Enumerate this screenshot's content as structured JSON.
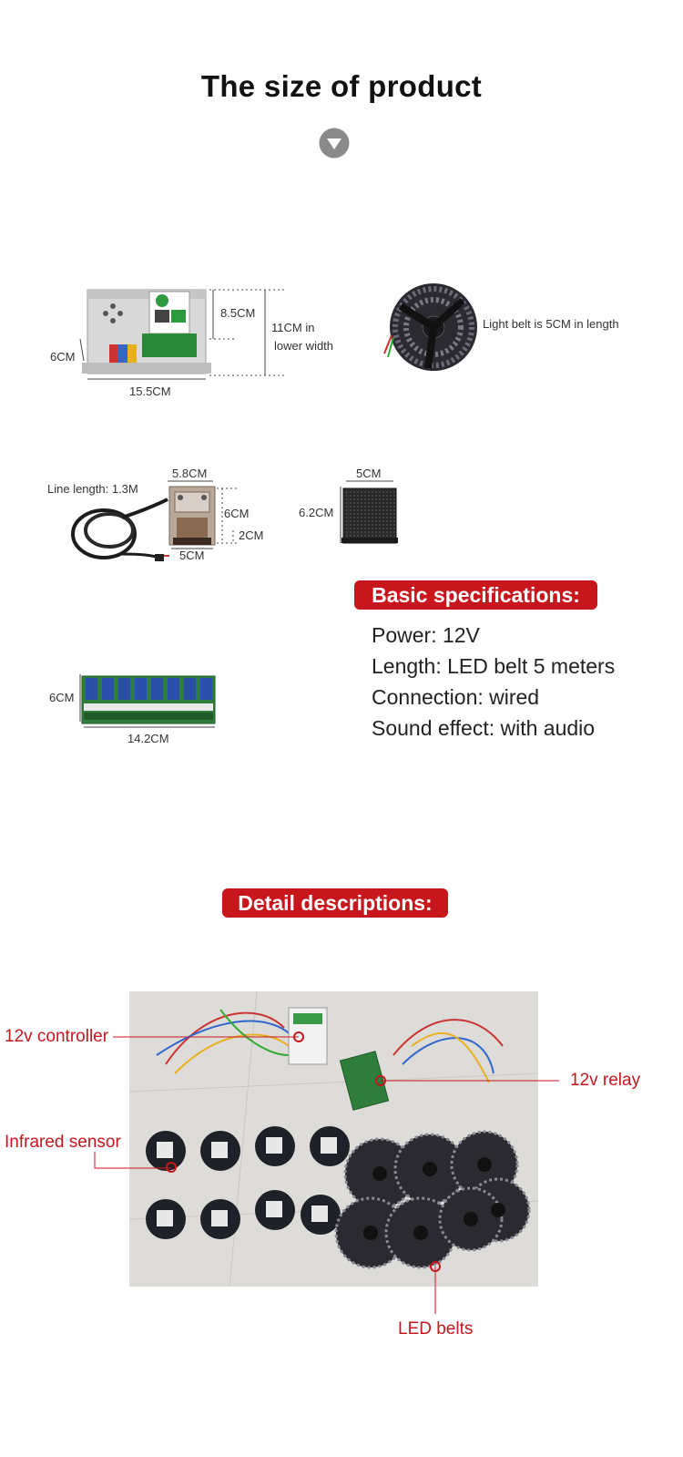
{
  "header": {
    "title": "The size of product"
  },
  "controller": {
    "height_label": "8.5CM",
    "total_height_label_line1": "11CM in",
    "total_height_label_line2": "lower width",
    "depth_label": "6CM",
    "width_label": "15.5CM"
  },
  "light_belt": {
    "length_label": "Light belt is 5CM in length"
  },
  "sensor": {
    "line_length_label": "Line length: 1.3M",
    "top_width_label": "5.8CM",
    "height_label": "6CM",
    "small_label": "2CM",
    "bottom_width_label": "5CM"
  },
  "reflector": {
    "width_label": "5CM",
    "height_label": "6.2CM"
  },
  "relay_board": {
    "height_label": "6CM",
    "width_label": "14.2CM"
  },
  "basic_specs": {
    "heading": "Basic specifications:",
    "items": [
      "Power: 12V",
      "Length: LED belt 5 meters",
      "Connection: wired",
      "Sound effect: with audio"
    ]
  },
  "details": {
    "heading": "Detail descriptions:",
    "callouts": {
      "controller": "12v controller",
      "relay": "12v relay",
      "sensor": "Infrared sensor",
      "belts": "LED belts"
    }
  },
  "colors": {
    "accent_red": "#c8161d",
    "arrow_gray": "#8a8a8a"
  }
}
